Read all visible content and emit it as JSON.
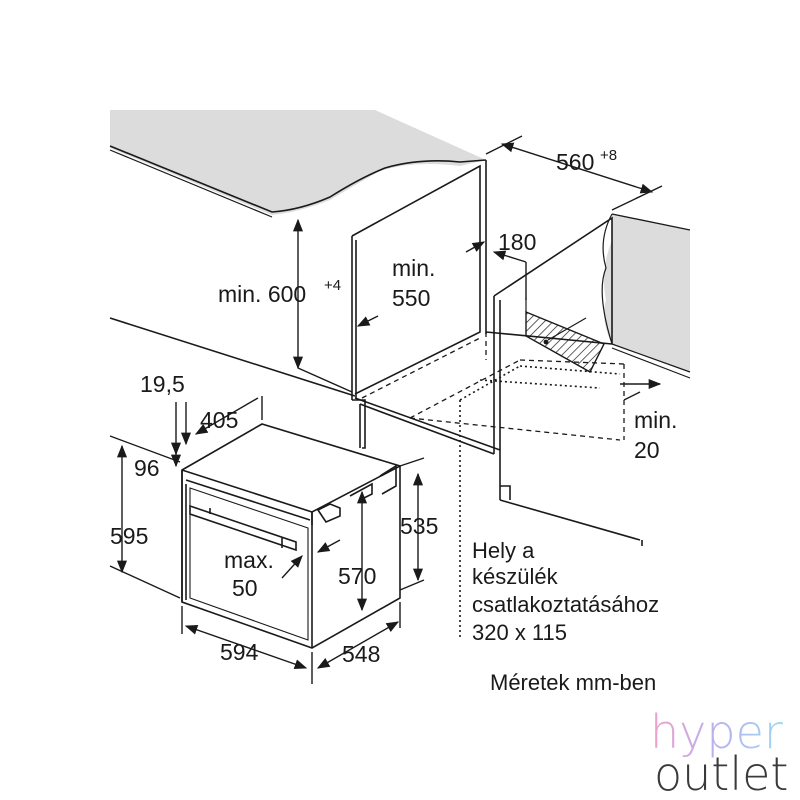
{
  "cabinet": {
    "height_min": "min. 600",
    "height_tol": "+4",
    "depth_min_1": "min.",
    "depth_min_2": "550",
    "width": "560",
    "width_tol": "+8",
    "vent": "180",
    "gap_min_1": "min.",
    "gap_min_2": "20"
  },
  "oven": {
    "offset": "19,5",
    "door_depth": "405",
    "panel_height": "96",
    "total_height": "595",
    "handle_max_1": "max.",
    "handle_max_2": "50",
    "inner_height": "570",
    "body_height": "535",
    "width": "594",
    "depth": "548"
  },
  "connection_note": {
    "line1": "Hely a",
    "line2": "készülék",
    "line3": "csatlakoztatásához",
    "line4": "320 x 115"
  },
  "units_note": "Méretek mm-ben",
  "logo": {
    "line1": "hyper",
    "line2": "outlet"
  },
  "colors": {
    "line": "#1a1a1a",
    "countertop": "#dcdcdc",
    "logo_gradient_start": "#f2a0c8",
    "logo_gradient_mid": "#b8b0f0",
    "logo_gradient_end": "#9fd8f0",
    "logo_outlet": "#3a3a3a"
  }
}
